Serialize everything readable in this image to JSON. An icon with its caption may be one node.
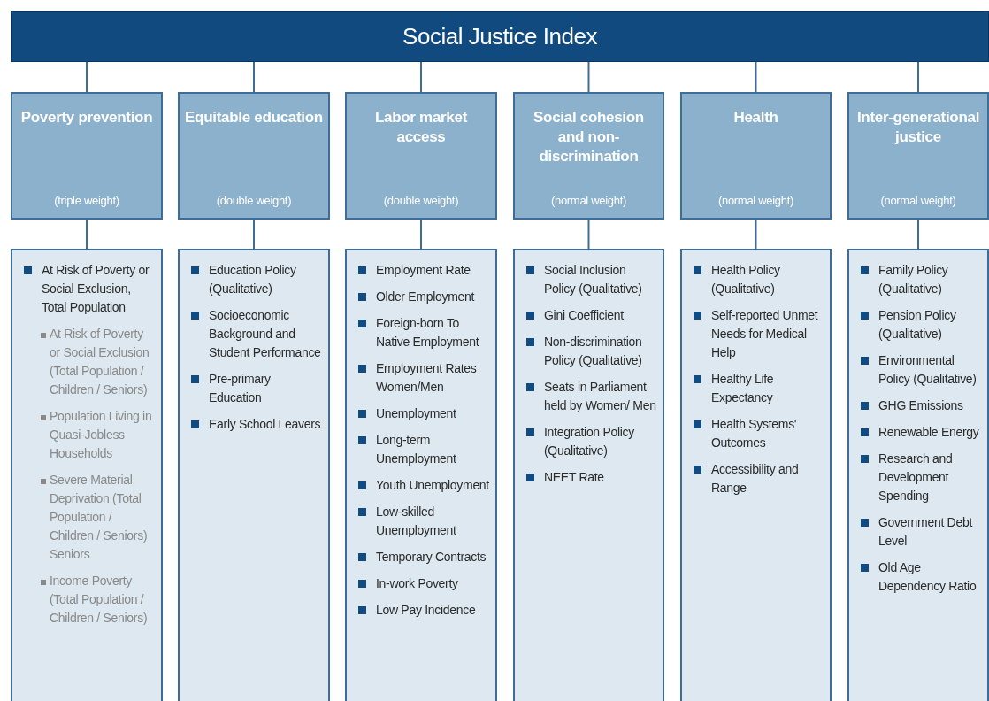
{
  "diagram": {
    "nodes": [
      {
        "text": [
          "Social Justice Index"
        ]
      },
      {
        "text": [
          "Poverty prevention",
          "(triple weight)"
        ]
      },
      {
        "text": [
          "Equitable education",
          "(double weight)"
        ]
      },
      {
        "text": [
          "Labor market access",
          "(double weight)"
        ]
      },
      {
        "text": [
          "Social cohesion and non-discrimination",
          "(normal weight)"
        ]
      },
      {
        "text": [
          "Health",
          "(normal weight)"
        ]
      },
      {
        "text": [
          "Inter-generational justice",
          "(normal weight)"
        ]
      },
      {
        "text": [
          "At Risk of Poverty or Social Exclusion, Total Population",
          "At Risk of Poverty or Social Exclusion (Total Population / Children / Seniors)",
          "Population Living in Quasi-Jobless Households",
          "Severe Material Deprivation (Total Population / Children / Seniors) Seniors",
          "Income Poverty (Total Population / Children / Seniors)"
        ]
      },
      {
        "text": [
          "Education Policy (Qualitative)",
          "Socioeconomic Background and Student Performance",
          "Pre-primary Education",
          "Early School Leavers"
        ]
      },
      {
        "text": [
          "Employment Rate",
          "Older Employment",
          "Foreign-born To Native Employment",
          "Employment Rates Women/Men",
          "Unemployment",
          "Long-term Unemployment",
          "Youth Unemployment",
          "Low-skilled Unemployment",
          "Temporary Contracts",
          "In-work Poverty",
          "Low Pay Incidence"
        ]
      },
      {
        "text": [
          "Social Inclusion Policy (Qualitative)",
          "Gini Coefficient",
          "Non-discrimination Policy (Qualitative)",
          "Seats in Parliament held by Women/ Men",
          "Integration Policy (Qualitative)",
          "NEET Rate"
        ]
      },
      {
        "text": [
          "Health Policy (Qualitative)",
          "Self-reported Unmet Needs for Medical Help",
          "Healthy Life Expectancy",
          "Health Systems' Outcomes",
          "Accessibility and Range"
        ]
      },
      {
        "text": [
          "Family Policy (Qualitative)",
          "Pension Policy (Qualitative)",
          "Environmental Policy (Qualitative)",
          "GHG Emissions",
          "Renewable Energy",
          "Research and Development Spending",
          "Government Debt Level",
          "Old Age Dependency Ratio"
        ]
      }
    ],
    "edges": [
      {
        "from": 0,
        "to": 1,
        "arrow": "none"
      },
      {
        "from": 0,
        "to": 2,
        "arrow": "none"
      },
      {
        "from": 0,
        "to": 3,
        "arrow": "none"
      },
      {
        "from": 0,
        "to": 4,
        "arrow": "none"
      },
      {
        "from": 0,
        "to": 5,
        "arrow": "none"
      },
      {
        "from": 0,
        "to": 6,
        "arrow": "none"
      },
      {
        "from": 1,
        "to": 7,
        "arrow": "none"
      },
      {
        "from": 2,
        "to": 8,
        "arrow": "none"
      },
      {
        "from": 3,
        "to": 9,
        "arrow": "none"
      },
      {
        "from": 4,
        "to": 10,
        "arrow": "none"
      },
      {
        "from": 5,
        "to": 11,
        "arrow": "none"
      },
      {
        "from": 6,
        "to": 12,
        "arrow": "none"
      }
    ]
  }
}
